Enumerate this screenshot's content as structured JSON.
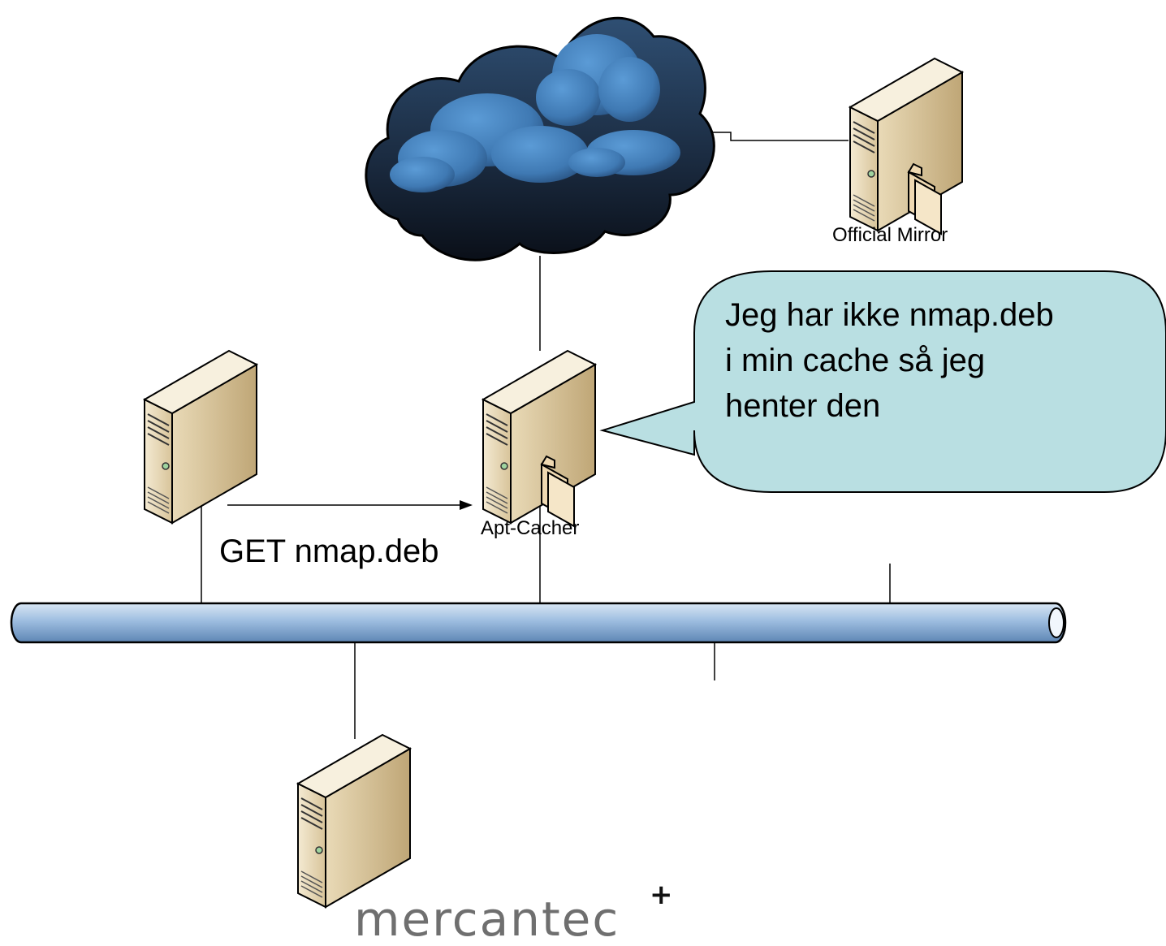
{
  "diagram": {
    "cloud_icon": "internet-cloud-icon",
    "server_icon": "tower-server-icon",
    "folder_icon": "folder-icon",
    "labels": {
      "official_mirror": "Official Mirror",
      "apt_cacher": "Apt-Cacher",
      "request": "GET nmap.deb"
    },
    "speech_bubble": {
      "lines": [
        "Jeg har ikke nmap.deb",
        "i min cache så jeg",
        "henter den"
      ],
      "fill": "#b9dfe2"
    },
    "network_bus_color": "#8cb1d8",
    "logo": {
      "text": "mercantec",
      "mark": "+"
    }
  }
}
